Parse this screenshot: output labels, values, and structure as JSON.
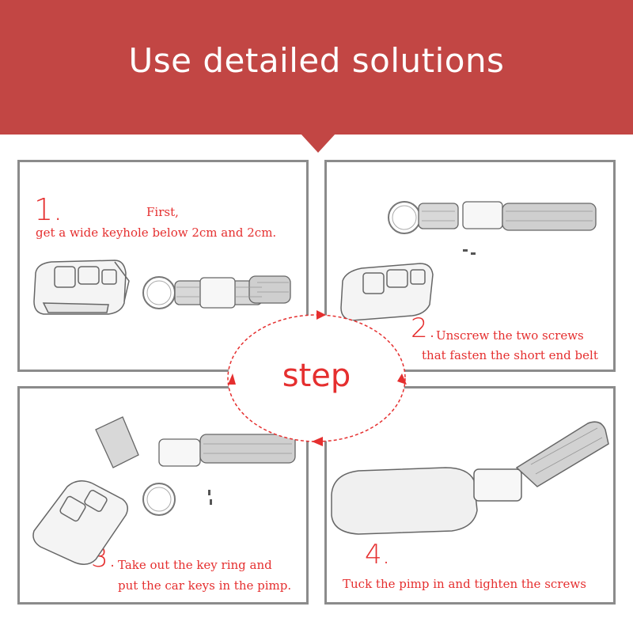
{
  "header": {
    "title": "Use detailed solutions",
    "color": "#c24644"
  },
  "center": {
    "label": "step",
    "accent": "#e52f2f"
  },
  "steps": [
    {
      "number": "1.",
      "line1": "First,",
      "line2": "get a wide keyhole below 2cm and 2cm."
    },
    {
      "number": "2.",
      "line1": "Unscrew the two screws",
      "line2": "that fasten the short end belt"
    },
    {
      "number": "3.",
      "line1": "Take out the key ring and",
      "line2": "put the car keys in the pimp."
    },
    {
      "number": "4.",
      "line1": "Tuck the pimp in and tighten the screws"
    }
  ]
}
